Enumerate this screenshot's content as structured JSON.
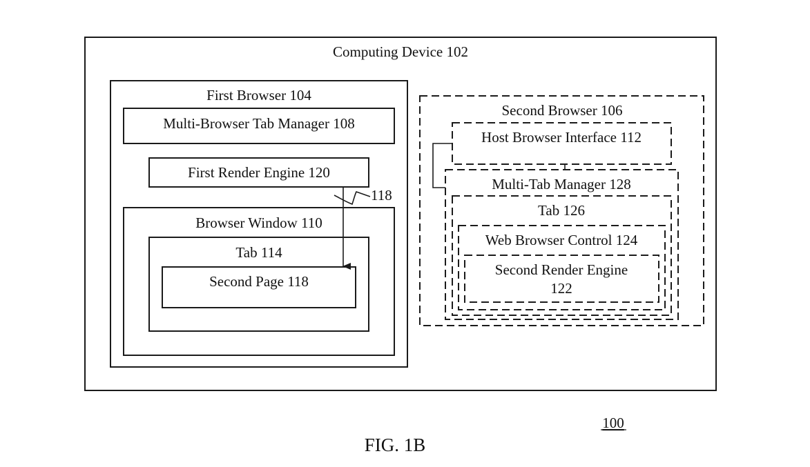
{
  "figure": {
    "caption": "FIG. 1B",
    "reference_number": "100"
  },
  "computing_device": {
    "label": "Computing Device 102"
  },
  "first_browser": {
    "label": "First Browser 104",
    "tab_manager": {
      "label": "Multi-Browser Tab Manager 108"
    },
    "render_engine": {
      "label": "First Render Engine 120"
    },
    "browser_window": {
      "label": "Browser Window 110",
      "tab": {
        "label": "Tab 114",
        "page": {
          "label": "Second Page 118"
        }
      }
    },
    "arrow_reference": "118"
  },
  "second_browser": {
    "label": "Second Browser 106",
    "host_interface": {
      "label": "Host Browser Interface 112"
    },
    "multi_tab_manager": {
      "label": "Multi-Tab Manager 128",
      "tab": {
        "label": "Tab 126",
        "web_browser_control": {
          "label": "Web Browser Control 124",
          "render_engine": {
            "label_line1": "Second Render Engine",
            "label_line2": "122"
          }
        }
      }
    }
  }
}
